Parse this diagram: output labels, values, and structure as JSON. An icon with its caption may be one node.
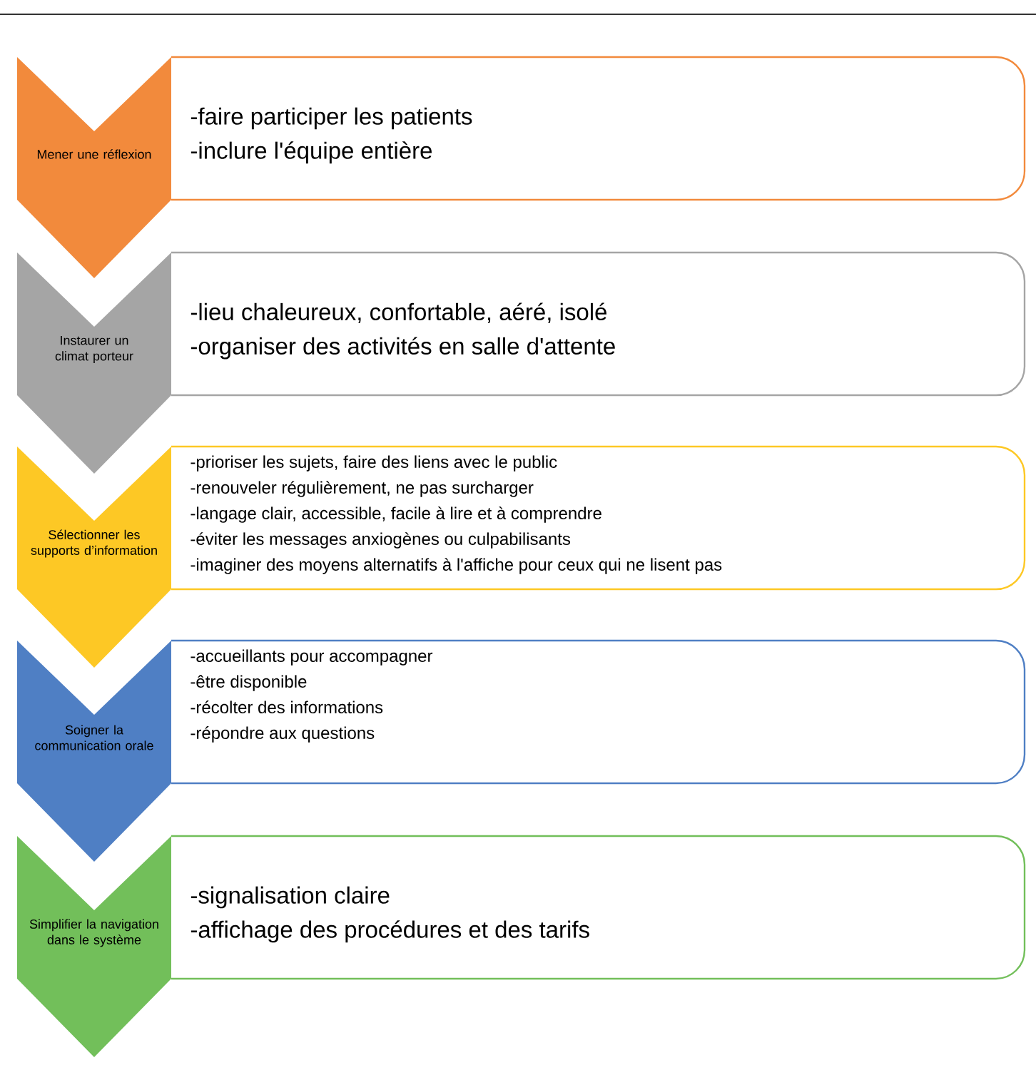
{
  "diagram": {
    "nodes": [
      {
        "text": [
          "Mener une réflexion"
        ]
      },
      {
        "text": [
          "-faire participer les patients",
          "-inclure l'équipe entière"
        ]
      },
      {
        "text": [
          "Instaurer un climat porteur"
        ]
      },
      {
        "text": [
          "-lieu chaleureux, confortable, aéré, isolé",
          "-organiser des activités en salle d'attente"
        ]
      },
      {
        "text": [
          "Sélectionner les supports d’information"
        ]
      },
      {
        "text": [
          "-prioriser les sujets, faire des liens avec le public",
          "-renouveler régulièrement, ne pas surcharger",
          "-langage clair, accessible, facile à lire et à comprendre",
          "-éviter les messages anxiogènes ou culpabilisants",
          "-imaginer des moyens alternatifs à l'affiche pour ceux qui ne lisent pas"
        ]
      },
      {
        "text": [
          "Soigner la communication orale"
        ]
      },
      {
        "text": [
          "-accueillants pour accompagner",
          "-être disponible",
          "-récolter des informations",
          "-répondre aux questions"
        ]
      },
      {
        "text": [
          "Simplifier la navigation dans le système"
        ]
      },
      {
        "text": [
          "-signalisation claire",
          "-affichage des procédures et des tarifs"
        ]
      }
    ]
  }
}
